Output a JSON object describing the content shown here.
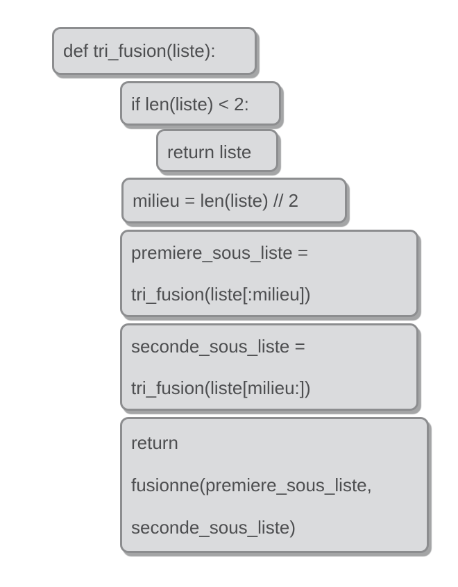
{
  "workspace": {
    "background_color": "#ffffff"
  },
  "block_style": {
    "fill_color": "#dadbdd",
    "border_color": "#8c8d8f",
    "shadow_color": "#5a5b5d",
    "text_color": "#4d4e50"
  },
  "blocks": [
    {
      "name": "def-tri-fusion",
      "indent_level": 0,
      "lines": [
        "def tri_fusion(liste):"
      ]
    },
    {
      "name": "if-len-liste",
      "indent_level": 1,
      "lines": [
        "if len(liste) < 2:"
      ]
    },
    {
      "name": "return-liste",
      "indent_level": 2,
      "lines": [
        "return liste"
      ]
    },
    {
      "name": "milieu-assign",
      "indent_level": 1,
      "lines": [
        "milieu = len(liste) // 2"
      ]
    },
    {
      "name": "premiere-sous-liste-assign",
      "indent_level": 1,
      "lines": [
        "premiere_sous_liste =",
        "tri_fusion(liste[:milieu])"
      ]
    },
    {
      "name": "seconde-sous-liste-assign",
      "indent_level": 1,
      "lines": [
        "seconde_sous_liste =",
        "tri_fusion(liste[milieu:])"
      ]
    },
    {
      "name": "return-fusionne",
      "indent_level": 1,
      "lines": [
        "return",
        "fusionne(premiere_sous_liste,",
        "seconde_sous_liste)"
      ]
    }
  ]
}
